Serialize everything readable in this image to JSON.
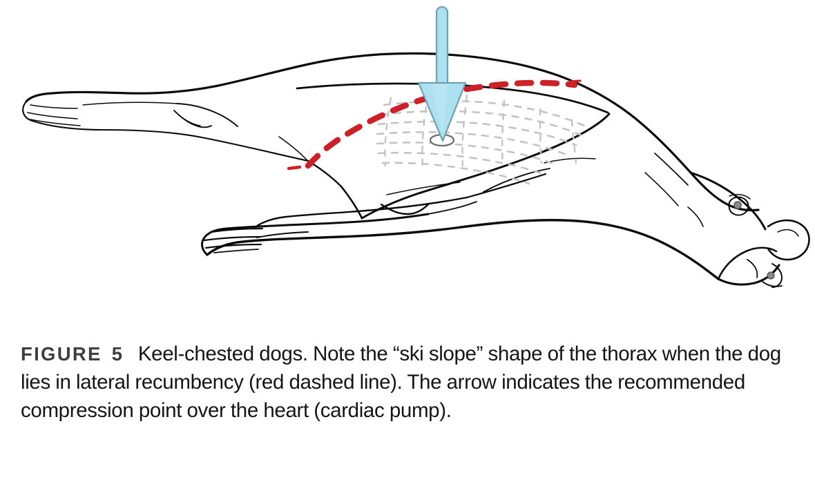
{
  "figure": {
    "label": "FIGURE",
    "number": "5",
    "caption": "Keel-chested dogs. Note the “ski slope” shape of the thorax when the dog lies in lateral recumbency (red dashed line). The arrow indicates the recommended compression point over the heart (cardiac pump).",
    "caption_lines": [
      "Keel-chested dogs. Note the “ski slope” shape of the",
      "thorax when the dog lies in lateral recumbency (red dashed line). The",
      "arrow indicates the recommended compression point over the heart",
      "(cardiac pump)."
    ]
  },
  "illustration": {
    "subject": "dog-in-lateral-recumbency-line-drawing",
    "description": "Line drawing of a keel-chested dog lying on its side, head to the right, legs extended to the left.",
    "annotations": [
      {
        "name": "compression-arrow",
        "type": "arrow",
        "direction": "down",
        "meaning": "recommended compression point over the heart (cardiac pump)"
      },
      {
        "name": "ski-slope-line",
        "type": "dashed-curve",
        "meaning": "ski slope shape of the thorax"
      },
      {
        "name": "rib-hatching",
        "type": "dashed-curves",
        "meaning": "rib cage contour shading"
      },
      {
        "name": "compression-target",
        "type": "ellipse",
        "meaning": "compression point marker on the thorax"
      }
    ]
  },
  "colors": {
    "background": "#ffffff",
    "ink": "#0a0a0a",
    "ink_light": "#6b6b6b",
    "arrow_fill": "#ade0f0",
    "arrow_stroke": "#6f9fb3",
    "dashed_red": "#cd2027",
    "rib_gray": "#c3c3c3",
    "caption_text": "#151515",
    "figure_label": "#3f3f3f"
  }
}
